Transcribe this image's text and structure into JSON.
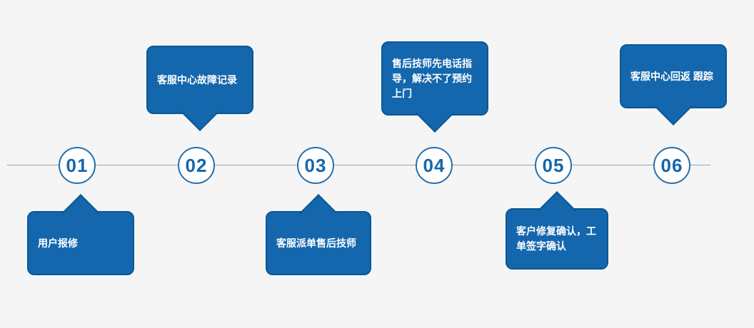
{
  "colors": {
    "background": "#f5f5f5",
    "bubble_fill": "#1467ad",
    "bubble_border": "#0a5894",
    "bubble_text": "#ffffff",
    "circle_fill": "#ffffff",
    "circle_border": "#2470ae",
    "number_color": "#1566ab",
    "line_color": "#9aa3ab"
  },
  "timeline": {
    "steps": [
      {
        "number": "01",
        "label": "用户报修",
        "bubble_position": "below"
      },
      {
        "number": "02",
        "label": "客服中心故障记录",
        "bubble_position": "above"
      },
      {
        "number": "03",
        "label": "客服派单售后技师",
        "bubble_position": "below"
      },
      {
        "number": "04",
        "label": "售后技师先电话指导，解决不了预约上门",
        "bubble_position": "above"
      },
      {
        "number": "05",
        "label": "客户修复确认，工单签字确认",
        "bubble_position": "below"
      },
      {
        "number": "06",
        "label": "客服中心回返 跟踪",
        "bubble_position": "above"
      }
    ]
  }
}
